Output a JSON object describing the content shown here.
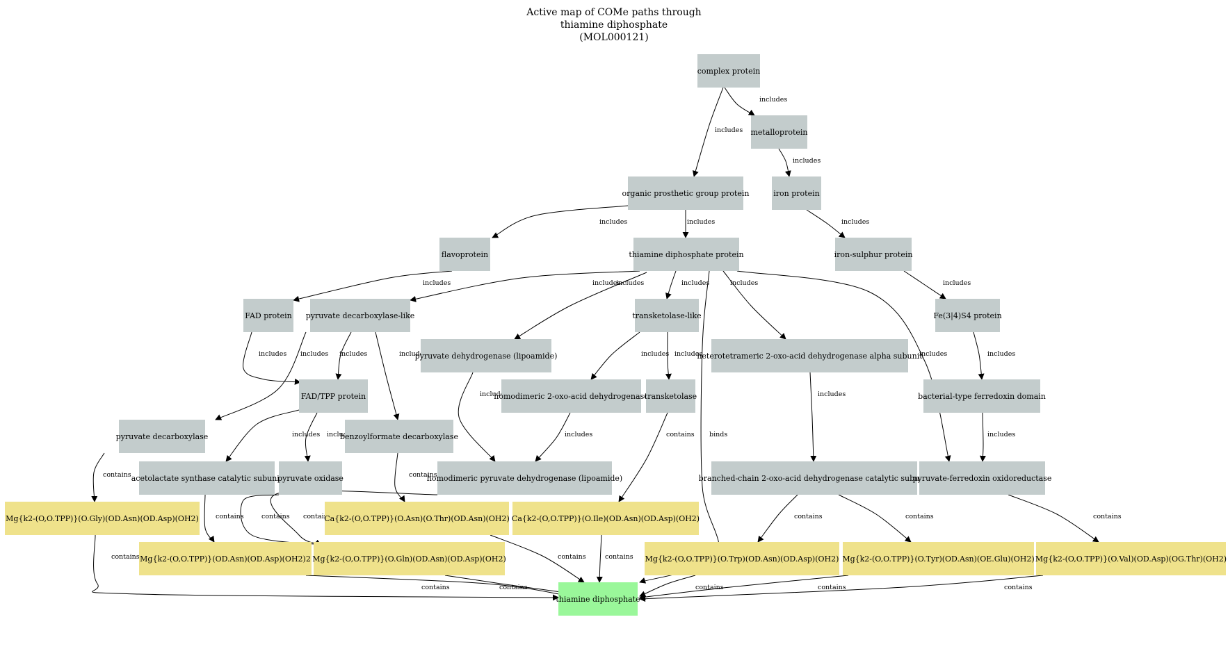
{
  "title": [
    "Active map of COMe paths through",
    "thiamine diphosphate",
    "(MOL000121)"
  ],
  "colors": {
    "class": "#c3cccc",
    "complex": "#efe28b",
    "target": "#9af79a"
  },
  "nodes": [
    {
      "id": "complex_protein",
      "label": "complex protein",
      "kind": "class"
    },
    {
      "id": "metalloprotein",
      "label": "metalloprotein",
      "kind": "class"
    },
    {
      "id": "organic_prosthetic",
      "label": "organic prosthetic group protein",
      "kind": "class"
    },
    {
      "id": "iron_protein",
      "label": "iron protein",
      "kind": "class"
    },
    {
      "id": "flavoprotein",
      "label": "flavoprotein",
      "kind": "class"
    },
    {
      "id": "tpp_protein",
      "label": "thiamine diphosphate protein",
      "kind": "class"
    },
    {
      "id": "iron_sulphur",
      "label": "iron-sulphur protein",
      "kind": "class"
    },
    {
      "id": "fad_protein",
      "label": "FAD protein",
      "kind": "class"
    },
    {
      "id": "pdc_like",
      "label": "pyruvate decarboxylase-like",
      "kind": "class"
    },
    {
      "id": "transketolase_like",
      "label": "transketolase-like",
      "kind": "class"
    },
    {
      "id": "fe34s4",
      "label": "Fe(3|4)S4 protein",
      "kind": "class"
    },
    {
      "id": "pdh_lipo",
      "label": "pyruvate dehydrogenase (lipoamide)",
      "kind": "class"
    },
    {
      "id": "hetero_2oxo",
      "label": "heterotetrameric 2-oxo-acid dehydrogenase alpha subunit",
      "kind": "class"
    },
    {
      "id": "fad_tpp",
      "label": "FAD/TPP protein",
      "kind": "class"
    },
    {
      "id": "homo_2oxo",
      "label": "homodimeric 2-oxo-acid dehydrogenase",
      "kind": "class"
    },
    {
      "id": "transketolase",
      "label": "transketolase",
      "kind": "class"
    },
    {
      "id": "bact_ferredoxin",
      "label": "bacterial-type ferredoxin domain",
      "kind": "class"
    },
    {
      "id": "pyr_decarboxylase",
      "label": "pyruvate decarboxylase",
      "kind": "class"
    },
    {
      "id": "benzoylformate",
      "label": "benzoylformate decarboxylase",
      "kind": "class"
    },
    {
      "id": "acetolactate",
      "label": "acetolactate synthase catalytic subunit",
      "kind": "class"
    },
    {
      "id": "pyr_oxidase",
      "label": "pyruvate oxidase",
      "kind": "class"
    },
    {
      "id": "homo_pdh",
      "label": "homodimeric pyruvate dehydrogenase (lipoamide)",
      "kind": "class"
    },
    {
      "id": "bc_2oxo",
      "label": "branched-chain 2-oxo-acid dehydrogenase catalytic subunit",
      "kind": "class"
    },
    {
      "id": "pfor",
      "label": "pyruvate-ferredoxin oxidoreductase",
      "kind": "class"
    },
    {
      "id": "c_gly",
      "label": "Mg{k2-(O,O.TPP)}(O.Gly)(OD.Asn)(OD.Asp)(OH2)",
      "kind": "complex"
    },
    {
      "id": "c_ca_thr",
      "label": "Ca{k2-(O,O.TPP)}(O.Asn)(O.Thr)(OD.Asn)(OH2)",
      "kind": "complex"
    },
    {
      "id": "c_ca_ile",
      "label": "Ca{k2-(O,O.TPP)}(O.Ile)(OD.Asn)(OD.Asp)(OH2)",
      "kind": "complex"
    },
    {
      "id": "c_mg_oh2_2",
      "label": "Mg{k2-(O,O.TPP)}(OD.Asn)(OD.Asp)(OH2)2",
      "kind": "complex"
    },
    {
      "id": "c_gln",
      "label": "Mg{k2-(O,O.TPP)}(O.Gln)(OD.Asn)(OD.Asp)(OH2)",
      "kind": "complex"
    },
    {
      "id": "c_trp",
      "label": "Mg{k2-(O,O.TPP)}(O.Trp)(OD.Asn)(OD.Asp)(OH2)",
      "kind": "complex"
    },
    {
      "id": "c_tyr",
      "label": "Mg{k2-(O,O.TPP)}(O.Tyr)(OD.Asn)(OE.Glu)(OH2)",
      "kind": "complex"
    },
    {
      "id": "c_val",
      "label": "Mg{k2-(O,O.TPP)}(O.Val)(OD.Asp)(OG.Thr)(OH2)",
      "kind": "complex"
    },
    {
      "id": "tpp",
      "label": "thiamine diphosphate",
      "kind": "target"
    }
  ],
  "edges": [
    {
      "from": "complex_protein",
      "to": "metalloprotein",
      "label": "includes"
    },
    {
      "from": "complex_protein",
      "to": "organic_prosthetic",
      "label": "includes"
    },
    {
      "from": "metalloprotein",
      "to": "iron_protein",
      "label": "includes"
    },
    {
      "from": "organic_prosthetic",
      "to": "flavoprotein",
      "label": "includes"
    },
    {
      "from": "organic_prosthetic",
      "to": "tpp_protein",
      "label": "includes"
    },
    {
      "from": "iron_protein",
      "to": "iron_sulphur",
      "label": "includes"
    },
    {
      "from": "flavoprotein",
      "to": "fad_protein",
      "label": "includes"
    },
    {
      "from": "tpp_protein",
      "to": "pdc_like",
      "label": "includes"
    },
    {
      "from": "tpp_protein",
      "to": "pdh_lipo",
      "label": "includes"
    },
    {
      "from": "tpp_protein",
      "to": "transketolase_like",
      "label": "includes"
    },
    {
      "from": "tpp_protein",
      "to": "hetero_2oxo",
      "label": "includes"
    },
    {
      "from": "tpp_protein",
      "to": "pfor",
      "label": "includes"
    },
    {
      "from": "tpp_protein",
      "to": "tpp",
      "label": "binds"
    },
    {
      "from": "iron_sulphur",
      "to": "fe34s4",
      "label": "includes"
    },
    {
      "from": "fad_protein",
      "to": "fad_tpp",
      "label": "includes"
    },
    {
      "from": "pdc_like",
      "to": "pyr_decarboxylase",
      "label": "includes"
    },
    {
      "from": "pdc_like",
      "to": "fad_tpp",
      "label": "includes"
    },
    {
      "from": "pdc_like",
      "to": "benzoylformate",
      "label": "includes"
    },
    {
      "from": "transketolase_like",
      "to": "homo_2oxo",
      "label": "includes"
    },
    {
      "from": "transketolase_like",
      "to": "transketolase",
      "label": "includes"
    },
    {
      "from": "fe34s4",
      "to": "bact_ferredoxin",
      "label": "includes"
    },
    {
      "from": "pdh_lipo",
      "to": "homo_pdh",
      "label": "includes"
    },
    {
      "from": "hetero_2oxo",
      "to": "bc_2oxo",
      "label": "includes"
    },
    {
      "from": "fad_tpp",
      "to": "acetolactate",
      "label": "includes"
    },
    {
      "from": "fad_tpp",
      "to": "pyr_oxidase",
      "label": "includes"
    },
    {
      "from": "homo_2oxo",
      "to": "homo_pdh",
      "label": "includes"
    },
    {
      "from": "bact_ferredoxin",
      "to": "pfor",
      "label": "includes"
    },
    {
      "from": "pyr_decarboxylase",
      "to": "c_gly",
      "label": "contains"
    },
    {
      "from": "benzoylformate",
      "to": "c_ca_thr",
      "label": "contains"
    },
    {
      "from": "transketolase",
      "to": "c_ca_ile",
      "label": "contains"
    },
    {
      "from": "acetolactate",
      "to": "c_mg_oh2_2",
      "label": "contains"
    },
    {
      "from": "pyr_oxidase",
      "to": "c_gln",
      "label": "contains"
    },
    {
      "from": "homo_pdh",
      "to": "c_gln",
      "label": "contains"
    },
    {
      "from": "bc_2oxo",
      "to": "c_trp",
      "label": "contains"
    },
    {
      "from": "bc_2oxo",
      "to": "c_tyr",
      "label": "contains"
    },
    {
      "from": "pfor",
      "to": "c_val",
      "label": "contains"
    },
    {
      "from": "c_gly",
      "to": "tpp",
      "label": "contains"
    },
    {
      "from": "c_ca_thr",
      "to": "tpp",
      "label": "contains"
    },
    {
      "from": "c_ca_ile",
      "to": "tpp",
      "label": "contains"
    },
    {
      "from": "c_mg_oh2_2",
      "to": "tpp",
      "label": "contains"
    },
    {
      "from": "c_gln",
      "to": "tpp",
      "label": "contains"
    },
    {
      "from": "c_trp",
      "to": "tpp",
      "label": "contains"
    },
    {
      "from": "c_tyr",
      "to": "tpp",
      "label": "contains"
    },
    {
      "from": "c_val",
      "to": "tpp",
      "label": "contains"
    }
  ]
}
